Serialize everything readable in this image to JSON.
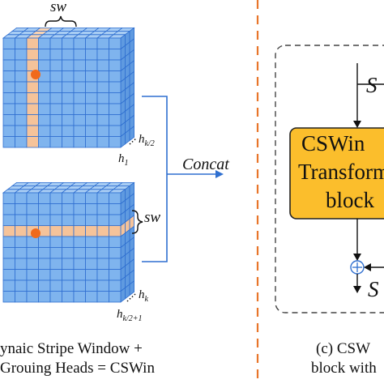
{
  "colors": {
    "cell_blue": "#7fb4ee",
    "cell_blue_top": "#a8cdf4",
    "cell_blue_side": "#5f9ae0",
    "grid_line": "#2f6fd0",
    "stripe_orange": "#f5c39a",
    "stripe_orange_top": "#f8d3b3",
    "dot_orange": "#f06a1c",
    "connector_blue": "#2f6fd0",
    "dash_orange": "#e8752a",
    "block_fill": "#fbbe2c",
    "block_border": "#222222"
  },
  "top_grid": {
    "stripe_label": "sw",
    "head_top_label": "h",
    "head_top_sub": "k/2",
    "head_bottom_label": "h",
    "head_bottom_sub": "1"
  },
  "bottom_grid": {
    "stripe_label": "sw",
    "head_top_label": "h",
    "head_top_sub": "k",
    "head_bottom_label": "h",
    "head_bottom_sub": "k/2+1"
  },
  "concat_label": "Concat",
  "caption_left": {
    "line1": "ynaic Stripe Window +",
    "line2": "Grouing Heads = CSWin"
  },
  "block": {
    "input_label": "S",
    "line1": "CSWin",
    "line2": "Transform",
    "line3": "block",
    "output_label": "S",
    "plus_symbol": "⊕"
  },
  "caption_right": {
    "line1": "(c) CSW",
    "line2": "block with"
  }
}
